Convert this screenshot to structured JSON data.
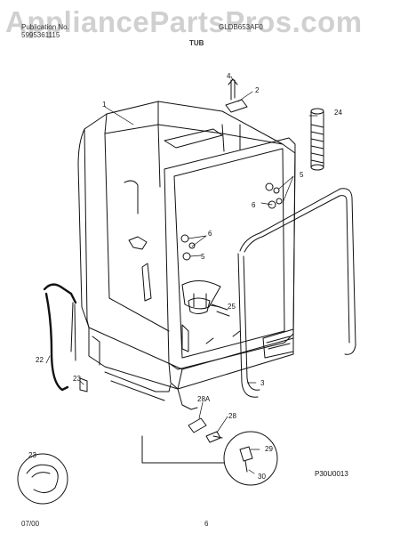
{
  "watermark": "AppliancePartsPros.com",
  "header": {
    "pub_label": "Publication No.",
    "pub_number": "5995361115",
    "model": "GLDB653AF0",
    "section": "TUB"
  },
  "callouts": {
    "c1": "1",
    "c2": "2",
    "c3": "3",
    "c4": "4",
    "c5a": "5",
    "c5b": "5",
    "c6a": "6",
    "c6b": "6",
    "c22": "22",
    "c23a": "23",
    "c23b": "23",
    "c24": "24",
    "c25": "25",
    "c28a": "28A",
    "c28": "28",
    "c29": "29",
    "c30": "30"
  },
  "diagram_code": "P30U0013",
  "footer": {
    "date": "07/00",
    "page": "6"
  }
}
